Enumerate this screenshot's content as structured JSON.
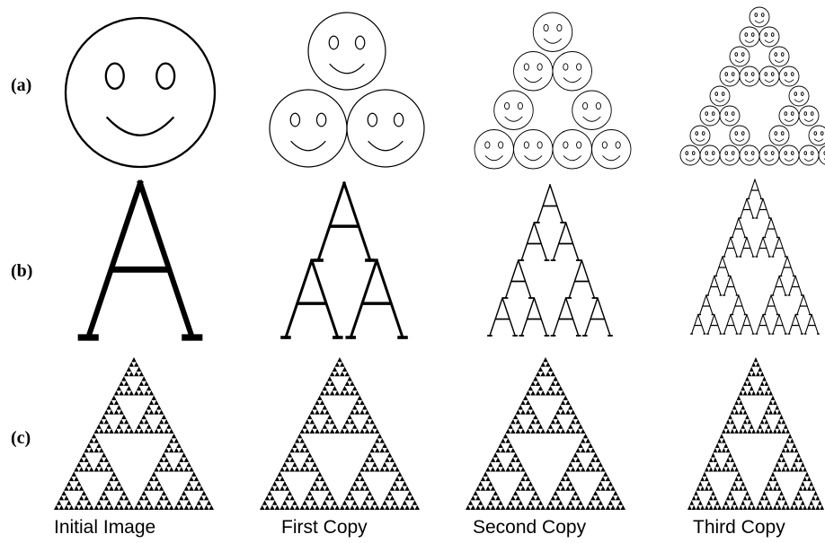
{
  "rows": [
    {
      "label": "(a)",
      "name": "smiley-row"
    },
    {
      "label": "(b)",
      "name": "letter-a-row"
    },
    {
      "label": "(c)",
      "name": "sierpinski-row"
    }
  ],
  "columns": [
    {
      "label": "Initial Image",
      "iteration": 0
    },
    {
      "label": "First Copy",
      "iteration": 1
    },
    {
      "label": "Second Copy",
      "iteration": 2
    },
    {
      "label": "Third Copy",
      "iteration": 3
    }
  ],
  "ink_color": "#000000",
  "background_color": "#ffffff"
}
